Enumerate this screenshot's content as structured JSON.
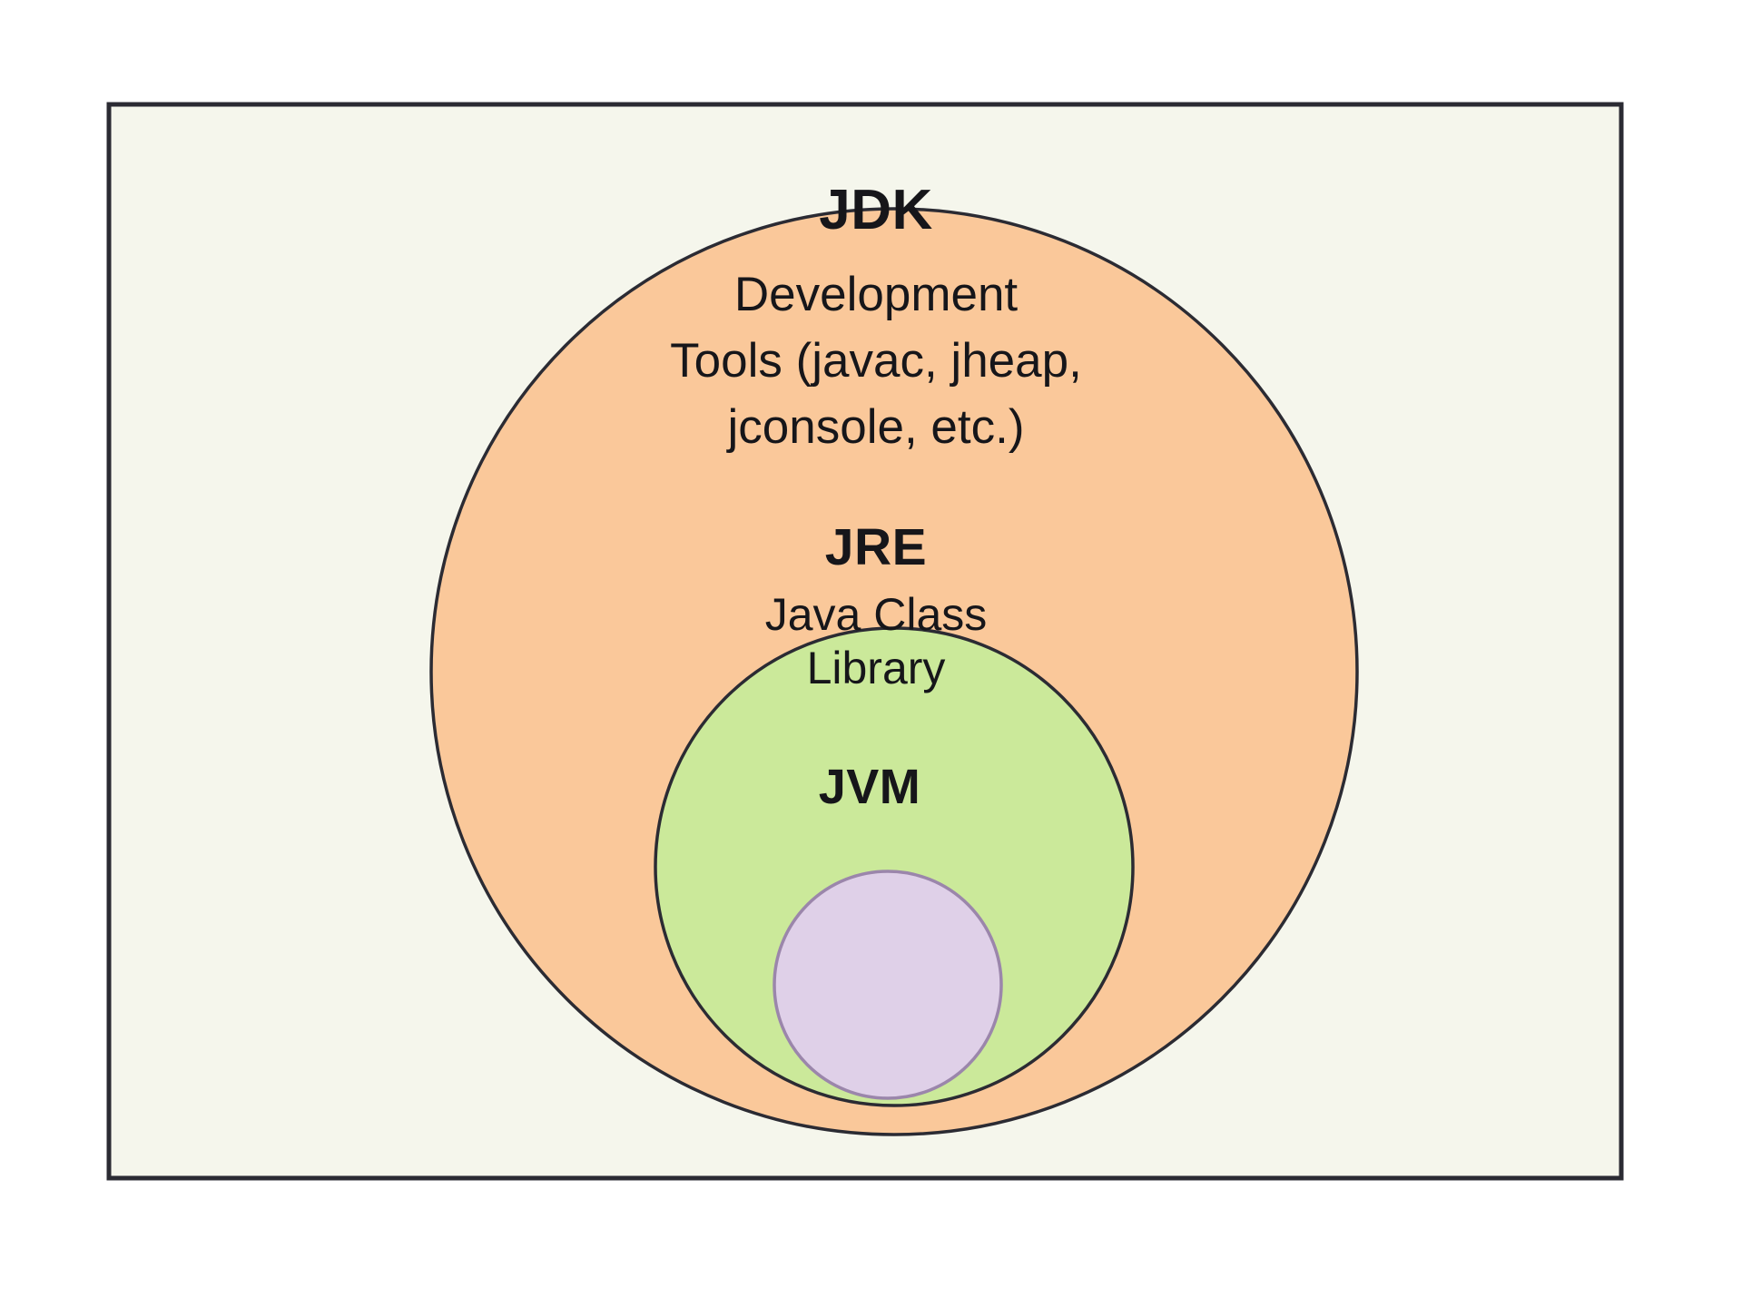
{
  "diagram": {
    "kind": "nested-venn-containment",
    "title_text_visible": false,
    "frame": {
      "name": "diagram-frame",
      "background_color": "#f5f6ec",
      "border_color": "#2b2b33"
    },
    "layers": [
      {
        "id": "jdk",
        "title": "JDK",
        "fill_color": "#fac89a",
        "stroke_color": "#2b2b33",
        "body_lines": [
          "Development",
          "Tools (javac, jheap,",
          "jconsole, etc.)"
        ]
      },
      {
        "id": "jre",
        "title": "JRE",
        "fill_color": "#cbe99a",
        "stroke_color": "#2b2b33",
        "body_lines": [
          "Java Class",
          "Library"
        ]
      },
      {
        "id": "jvm",
        "title": "JVM",
        "fill_color": "#dfd0e8",
        "stroke_color": "#9b86ab",
        "body_lines": []
      }
    ]
  }
}
